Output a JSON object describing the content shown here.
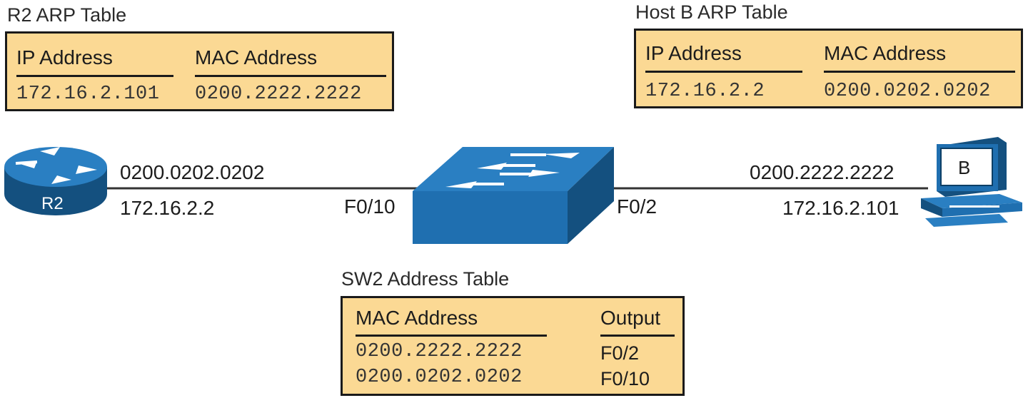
{
  "r2_arp": {
    "title": "R2 ARP Table",
    "col_ip": "IP Address",
    "col_mac": "MAC Address",
    "rows": [
      {
        "ip": "172.16.2.101",
        "mac": "0200.2222.2222"
      }
    ]
  },
  "hostb_arp": {
    "title": "Host B ARP Table",
    "col_ip": "IP Address",
    "col_mac": "MAC Address",
    "rows": [
      {
        "ip": "172.16.2.2",
        "mac": "0200.0202.0202"
      }
    ]
  },
  "sw2_table": {
    "title": "SW2 Address Table",
    "col_mac": "MAC Address",
    "col_out": "Output",
    "rows": [
      {
        "mac": "0200.2222.2222",
        "out": "F0/2"
      },
      {
        "mac": "0200.0202.0202",
        "out": "F0/10"
      }
    ]
  },
  "router": {
    "name": "R2",
    "mac": "0200.0202.0202",
    "ip": "172.16.2.2",
    "icon": "router-icon",
    "color": "#1f6fb0"
  },
  "switch": {
    "port_left": "F0/10",
    "port_right": "F0/2",
    "icon": "switch-icon",
    "color": "#1f6fb0"
  },
  "host": {
    "name": "B",
    "mac": "0200.2222.2222",
    "ip": "172.16.2.101",
    "icon": "pc-icon",
    "color": "#1f6fb0"
  },
  "colors": {
    "table_fill": "#fbd994",
    "device_blue": "#1f6fb0",
    "device_dark": "#14507f"
  }
}
